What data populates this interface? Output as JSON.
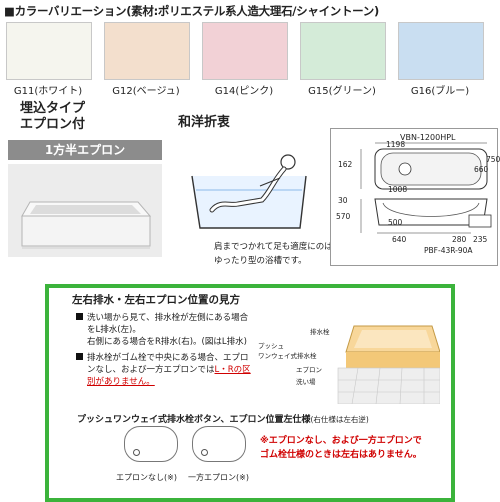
{
  "header": {
    "title": "■カラーバリエーション(素材:ポリエステル系人造大理石/シャイントーン)"
  },
  "colors": [
    {
      "code": "G11(ホワイト)",
      "hex": "#f5f5ee"
    },
    {
      "code": "G12(ベージュ)",
      "hex": "#f3dfcd"
    },
    {
      "code": "G14(ピンク)",
      "hex": "#f2d1d6"
    },
    {
      "code": "G15(グリーン)",
      "hex": "#d4ebd8"
    },
    {
      "code": "G16(ブルー)",
      "hex": "#c9def1"
    }
  ],
  "type": {
    "line1": "埋込タイプ",
    "line2": "エプロン付",
    "apron": "1方半エプロン"
  },
  "style": {
    "name": "和洋折衷",
    "caption1": "肩までつかれて足も適度にのばせる、",
    "caption2": "ゆったり型の浴槽です。"
  },
  "diagram": {
    "model": "VBN-1200HPL",
    "part": "PBF-43R-90A",
    "dims": {
      "w1": "1198",
      "w2": "1008",
      "h1": "162",
      "h2": "660",
      "h3": "750",
      "d1": "30",
      "d2": "570",
      "d3": "500",
      "d4": "640",
      "d5": "280",
      "d6": "235"
    }
  },
  "guide": {
    "heading": "左右排水・左右エプロン位置の見方",
    "n1a": "洗い場から見て、排水栓が左側にある場合",
    "n1b": "をL排水(左)。",
    "n1c": "右側にある場合をR排水(右)。(図はL排水)",
    "n2a": "排水栓がゴム栓で中央にある場合、エプロ",
    "n2b": "ンなし、および一方エプロンでは",
    "n2c": "L・Rの区",
    "n2d": "別がありません。",
    "lbl_button": "プッシュ",
    "lbl_button2": "ワンウェイ式排水栓",
    "lbl_drain": "排水栓",
    "lbl_apron": "エプロン",
    "lbl_floor": "洗い場",
    "sub_title": "プッシュワンウェイ式排水栓ボタン、エプロン位置左仕様",
    "sub_note": "(右仕様は左右逆)",
    "mini1": "エプロンなし(※)",
    "mini2": "一方エプロン(※)",
    "red1": "※エプロンなし、および一方エプロンで",
    "red2": "ゴム栓仕様のときは左右はありません。"
  }
}
